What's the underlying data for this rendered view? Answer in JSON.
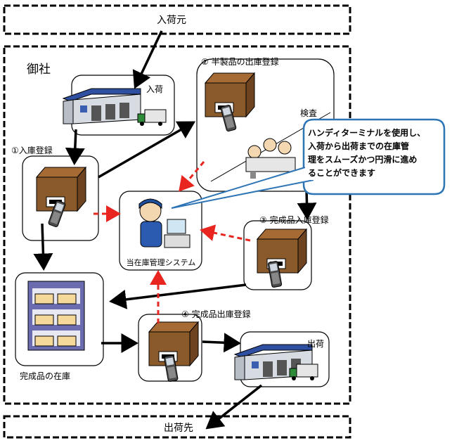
{
  "labels": {
    "source": "入荷元",
    "company": "御社",
    "receiving": "入荷",
    "step1": "①入庫登録",
    "step2": "② 半製品の出庫登録",
    "inspection": "検査",
    "step3": "③ 完成品入庫登録",
    "step4": "④ 完成品出庫登録",
    "system": "当在庫管理システム",
    "stock": "完成品の在庫",
    "shipping": "出荷",
    "destination": "出荷先"
  },
  "callout": {
    "line1": "ハンディターミナルを使用し、",
    "line2": "入荷から出荷までの在庫管",
    "line3": "理をスムーズかつ円滑に進め",
    "line4": "ることができます"
  },
  "colors": {
    "box": "#8B5A2B",
    "red_arrow": "#E8251F",
    "callout_border": "#2E75B6",
    "shelf": "#4B4B8F"
  }
}
